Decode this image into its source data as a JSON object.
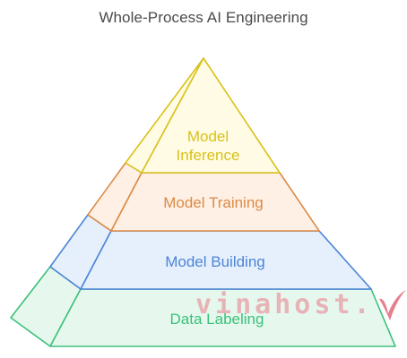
{
  "title": "Whole-Process AI Engineering",
  "layers": [
    {
      "label": "Model\nInference",
      "color": "#d8c21a",
      "fill": "#fffbe4"
    },
    {
      "label": "Model Training",
      "color": "#dc8a46",
      "fill": "#fef0e4"
    },
    {
      "label": "Model Building",
      "color": "#4c84d6",
      "fill": "#e6f0fd"
    },
    {
      "label": "Data Labeling",
      "color": "#3cc07a",
      "fill": "#e6f8ee"
    }
  ],
  "watermark": {
    "text": "vinahost.",
    "color": "#e06a7a"
  }
}
